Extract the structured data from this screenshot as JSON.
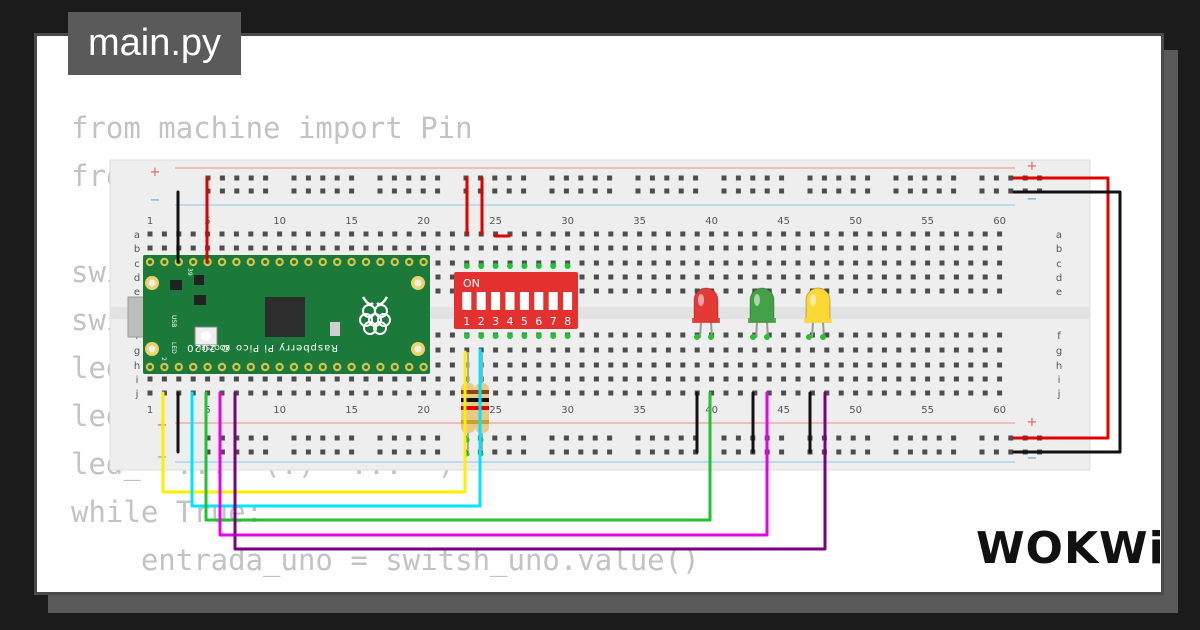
{
  "tab": {
    "filename": "main.py"
  },
  "code": {
    "lines": [
      "from machine import Pin",
      "from ...",
      "",
      "swi...",
      "swi...",
      "led...",
      "led...",
      "led_  ...  (.)  ...  )",
      "while True:",
      "    entrada_uno = switsh_uno.value()",
      "    ..."
    ]
  },
  "breadboard": {
    "column_numbers_top": [
      "1",
      "5",
      "10",
      "15",
      "20",
      "25",
      "30",
      "35",
      "40",
      "45",
      "50",
      "55",
      "60"
    ],
    "column_numbers_bottom": [
      "1",
      "5",
      "10",
      "15",
      "20",
      "25",
      "30",
      "35",
      "40",
      "45",
      "50",
      "55",
      "60"
    ],
    "row_letters_upper": [
      "a",
      "b",
      "c",
      "d",
      "e"
    ],
    "row_letters_lower": [
      "f",
      "g",
      "h",
      "i",
      "j"
    ],
    "plus_sign": "+",
    "minus_sign": "−",
    "pico": {
      "board_text": "Raspberry Pi Pico © 2020",
      "bootsel_label": "BOOTSEL",
      "usb_label": "USB",
      "led_label": "LED",
      "pin_top": "39",
      "pin_bottom": "2"
    },
    "dip_switch": {
      "on_label": "ON",
      "numbers": [
        "1",
        "2",
        "3",
        "4",
        "5",
        "6",
        "7",
        "8"
      ]
    },
    "leds": [
      {
        "color": "red",
        "hex": "#e53935"
      },
      {
        "color": "green",
        "hex": "#43a047"
      },
      {
        "color": "yellow",
        "hex": "#fdd835"
      }
    ],
    "wire_colors": {
      "power": "#e00000",
      "ground": "#111111",
      "wire_yellow": "#ffee00",
      "wire_cyan": "#00e5ff",
      "wire_green": "#22c232",
      "wire_magenta": "#e800e8",
      "wire_purple": "#7a0080"
    }
  },
  "logo": {
    "text": "WOKWi"
  }
}
